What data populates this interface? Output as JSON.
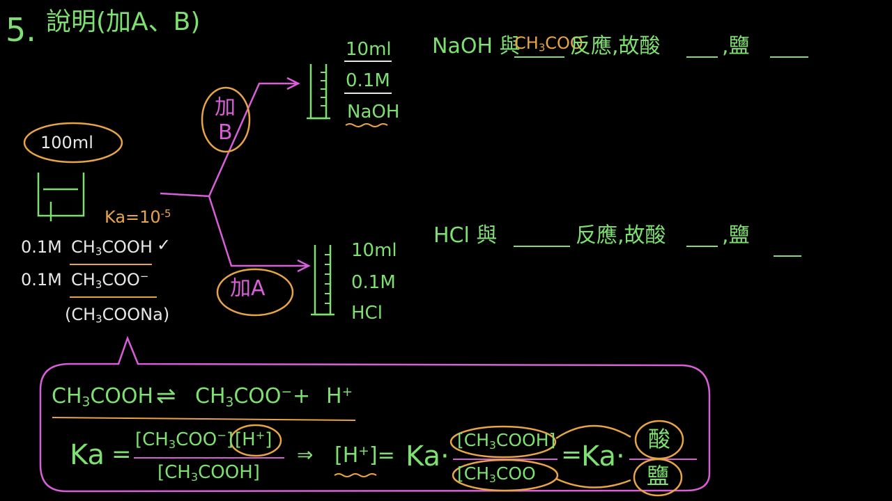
{
  "heading": {
    "number": "5.",
    "text": "說明(加A、B)"
  },
  "beaker": {
    "volume": "100ml"
  },
  "solution": {
    "ka": "Ka=10",
    "ka_exp": "-5",
    "line1": "0.1M",
    "acid": "CH",
    "acid_sub": "3",
    "acid_rest": "COOH",
    "check": "✓",
    "line2": "0.1M",
    "base": "CH",
    "base_sub": "3",
    "base_rest": "COO",
    "base_charge": "−",
    "salt_open": "(CH",
    "salt_sub": "3",
    "salt_rest": "COONa)"
  },
  "branch_b": {
    "label_top": "加",
    "label_bottom": "B",
    "vol": "10ml",
    "conc": "0.1M",
    "reagent": "NaOH"
  },
  "branch_a": {
    "label": "加A",
    "vol": "10ml",
    "conc": "0.1M",
    "reagent": "HCl"
  },
  "statement_b": {
    "part1": "NaOH 與",
    "hl": "CH",
    "hl_sub": "3",
    "hl_rest": "COO",
    "part2": "反應,故酸",
    "part3": ",鹽"
  },
  "statement_a": {
    "part1": "HCl 與",
    "part2": "反應,故酸",
    "part3": ",鹽"
  },
  "equation": {
    "left": "CH",
    "left_sub": "3",
    "left_rest": "COOH",
    "arrow": "⇌",
    "p1": "CH",
    "p1_sub": "3",
    "p1_rest": "COO",
    "p1_charge": "−",
    "plus": "+",
    "p2": "H",
    "p2_charge": "+"
  },
  "ka_expr": {
    "ka": "Ka",
    "eq": "=",
    "num1": "[CH",
    "num1_sub": "3",
    "num1_rest": "COO",
    "num1_charge": "−",
    "num1_close": "]",
    "num2": "[H",
    "num2_charge": "+",
    "num2_close": "]",
    "den": "[CH",
    "den_sub": "3",
    "den_rest": "COOH]",
    "implies": "⇒",
    "h": "[H",
    "h_charge": "+",
    "h_close": "]=",
    "ka2": "Ka·",
    "frac_num": "[CH",
    "frac_num_sub": "3",
    "frac_num_rest": "COOH]",
    "frac_den": "[CH",
    "frac_den_sub": "3",
    "frac_den_rest": "COO",
    "eq2": "=",
    "ka3": "Ka·",
    "acid_word": "酸",
    "salt_word": "鹽"
  }
}
